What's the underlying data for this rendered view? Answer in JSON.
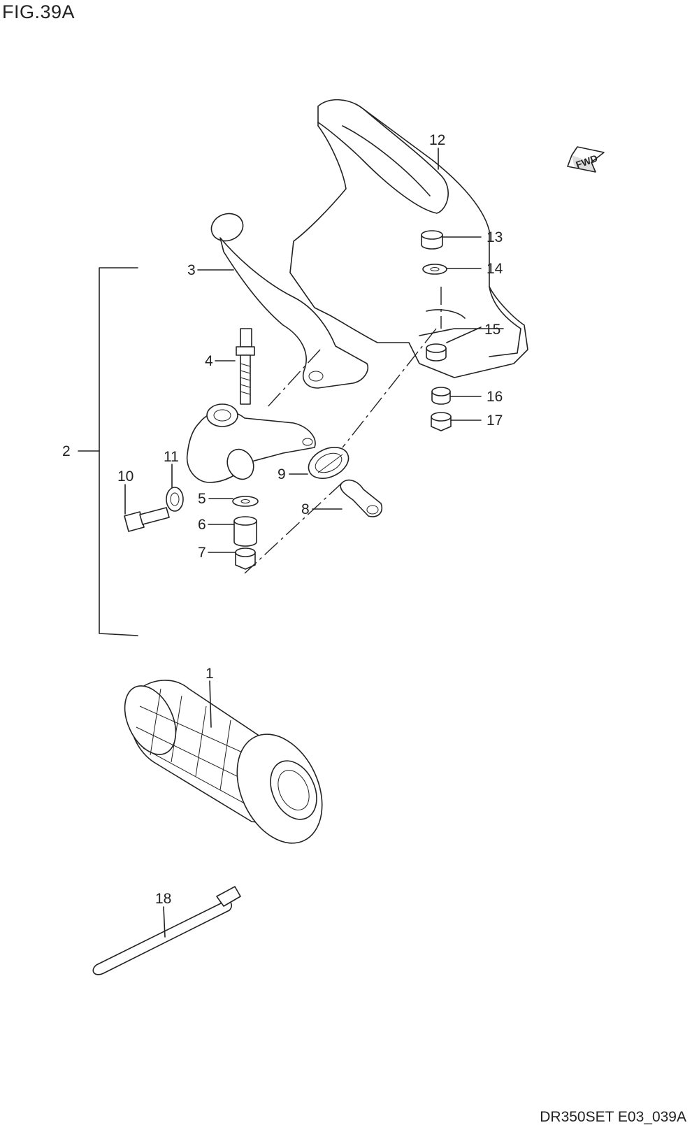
{
  "figure": {
    "title": "FIG.39A",
    "drawing_id": "DR350SET E03_039A",
    "direction_badge": "FWD"
  },
  "callouts": {
    "c1": "1",
    "c2": "2",
    "c3": "3",
    "c4": "4",
    "c5": "5",
    "c6": "6",
    "c7": "7",
    "c8": "8",
    "c9": "9",
    "c10": "10",
    "c11": "11",
    "c12": "12",
    "c13": "13",
    "c14": "14",
    "c15": "15",
    "c16": "16",
    "c17": "17",
    "c18": "18"
  }
}
